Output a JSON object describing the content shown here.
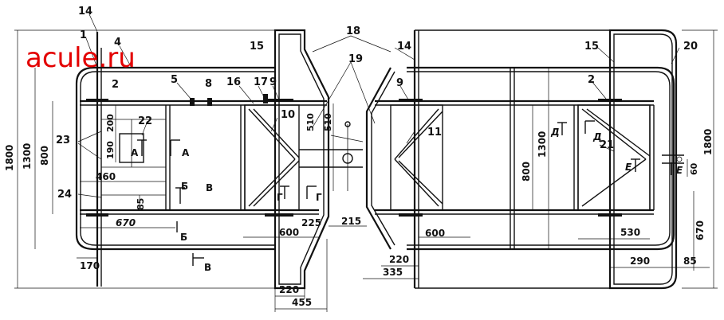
{
  "watermark": "acule.ru",
  "callouts": {
    "c1": "1",
    "c2a": "2",
    "c2b": "2",
    "c4": "4",
    "c5": "5",
    "c8": "8",
    "c9a": "9",
    "c9b": "9",
    "c10": "10",
    "c11": "11",
    "c14a": "14",
    "c14b": "14",
    "c15a": "15",
    "c15b": "15",
    "c16": "16",
    "c17": "17",
    "c18": "18",
    "c19": "19",
    "c20": "20",
    "c21": "21",
    "c22": "22",
    "c23": "23",
    "c24": "24"
  },
  "dimensions": {
    "d1800_left": "1800",
    "d1300_left": "1300",
    "d800_left": "800",
    "d200": "200",
    "d190": "190",
    "d460": "460",
    "d85_left": "85",
    "d670_left": "670",
    "d170": "170",
    "d600_left": "600",
    "d225": "225",
    "d510_a": "510",
    "d510_b": "510",
    "d220_left": "220",
    "d455": "455",
    "d215": "215",
    "d220_right": "220",
    "d335": "335",
    "d600_right": "600",
    "d1300_right": "1300",
    "d800_right": "800",
    "d530": "530",
    "d290": "290",
    "d85_right": "85",
    "d670_right": "670",
    "d60": "60",
    "d1800_right": "1800"
  },
  "sections": {
    "sA1": "А",
    "sA2": "А",
    "sB1": "Б",
    "sB2": "Б",
    "sV1": "В",
    "sV2": "В",
    "sG1": "Г",
    "sG2": "Г",
    "sD1": "Д",
    "sD2": "Д",
    "sE1": "Е",
    "sE2": "Е"
  }
}
